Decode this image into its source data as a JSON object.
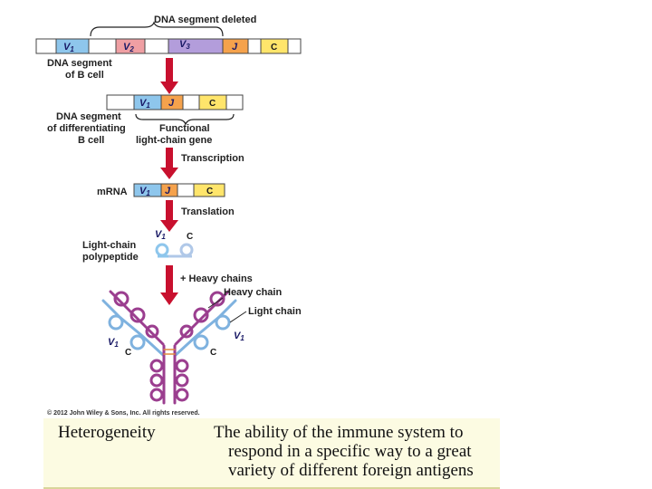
{
  "labels": {
    "dna_deleted": "DNA segment deleted",
    "dna_b_cell": [
      "DNA segment",
      "of B cell"
    ],
    "dna_diff": [
      "DNA segment",
      "of differentiating",
      "B cell"
    ],
    "functional": [
      "Functional",
      "light-chain gene"
    ],
    "transcription": "Transcription",
    "mrna": "mRNA",
    "translation": "Translation",
    "light_chain_poly": [
      "Light-chain",
      "polypeptide"
    ],
    "plus_heavy": "+ Heavy chains",
    "heavy_chain": "Heavy chain",
    "light_chain": "Light chain",
    "copyright": "© 2012 John Wiley & Sons, Inc. All rights reserved."
  },
  "segments": {
    "v1": "V",
    "v1_sub": "1",
    "v2": "V",
    "v2_sub": "2",
    "v3": "V",
    "v3_sub": "3",
    "j": "J",
    "c": "C"
  },
  "caption": {
    "term": "Heterogeneity",
    "definition_lines": [
      "The ability of the immune system to",
      "respond in a specific way to a great",
      "variety of different foreign antigens"
    ]
  },
  "colors": {
    "v1": "#8ec6ec",
    "v2": "#ef9fa3",
    "v3": "#b39ddb",
    "j": "#f5a24c",
    "c": "#ffe56b",
    "arrow": "#c8102e",
    "heavy": "#9b3e8f",
    "light": "#7fb2df"
  }
}
